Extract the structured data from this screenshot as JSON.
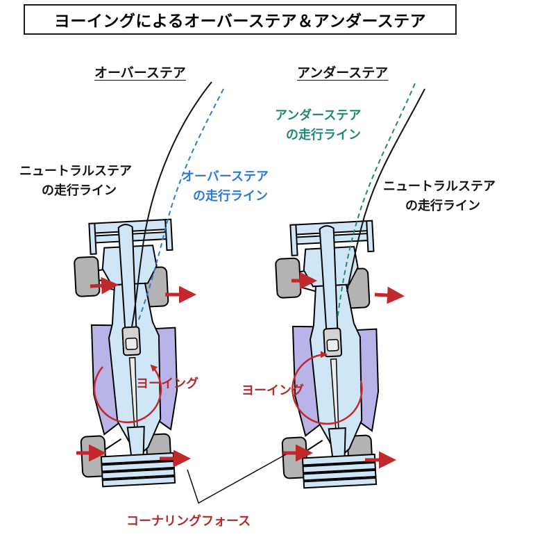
{
  "title": "ヨーイングによるオーバーステア＆アンダーステア",
  "left": {
    "heading": "オーバーステア",
    "neutral_line_1": "ニュートラルステア",
    "neutral_line_2": "の走行ライン",
    "over_line_1": "オーバーステア",
    "over_line_2": "の走行ライン",
    "yaw_label": "ヨーイング"
  },
  "right": {
    "heading": "アンダーステア",
    "under_line_1": "アンダーステア",
    "under_line_2": "の走行ライン",
    "neutral_line_1": "ニュートラルステア",
    "neutral_line_2": "の走行ライン",
    "yaw_label": "ヨーイング"
  },
  "cornering_force": "コーナリングフォース",
  "colors": {
    "neutral": "#111111",
    "oversteer": "#2a7ad6",
    "understeer": "#1f8a73",
    "force": "#b5282c",
    "body_light": "#cfe6f7",
    "body_purple": "#b9b4e8",
    "tire": "#b3b3b3"
  }
}
